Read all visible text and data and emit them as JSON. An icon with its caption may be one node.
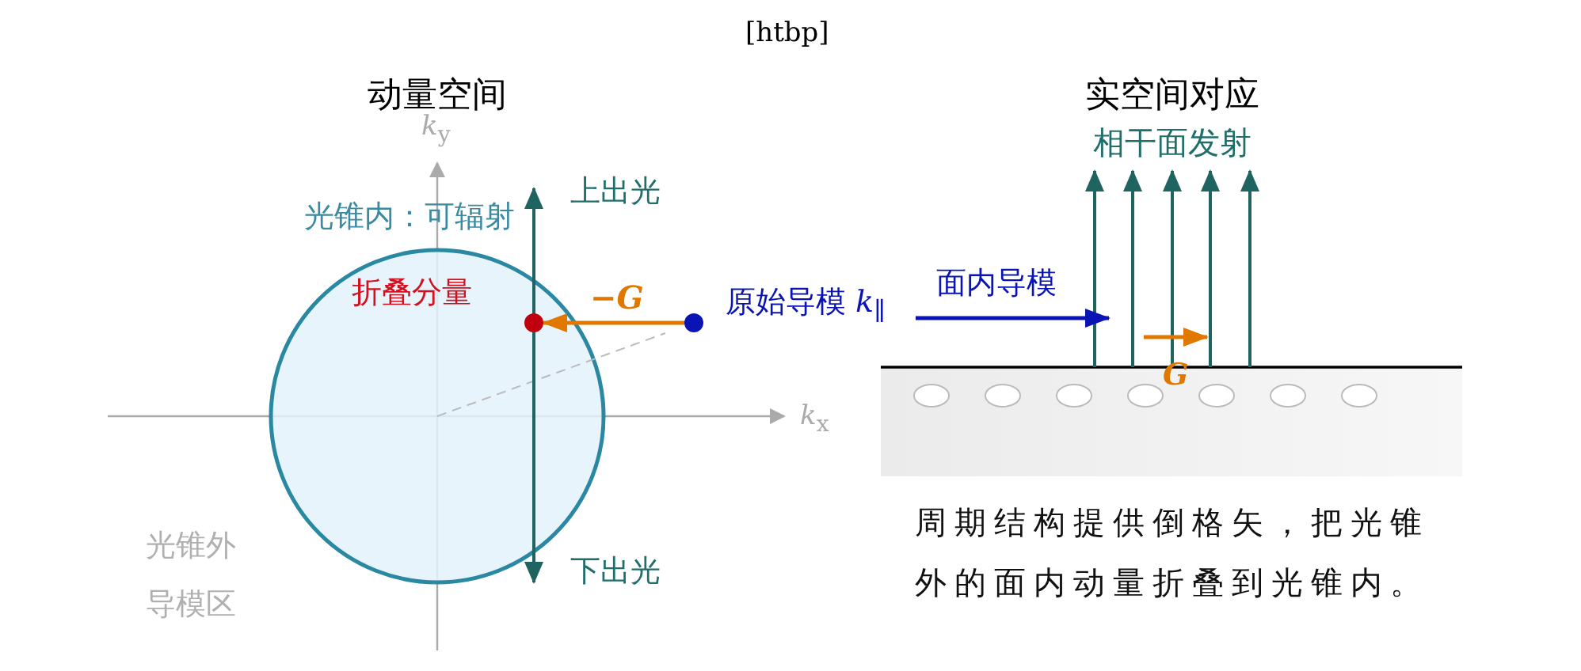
{
  "diagram": {
    "nodes": [
      {
        "text": [],
        "shape": "circle",
        "beside": [
          "原始导模 *k*$_{∥}$"
        ]
      },
      {
        "text": [],
        "shape": "circle",
        "beside": [
          "折叠分量"
        ]
      }
    ],
    "edges": [
      {
        "from": 0,
        "to": 1,
        "arrow": "to",
        "label": "−G",
        "color": "#e07800"
      }
    ],
    "labels": [
      "[htbp]",
      "动量空间",
      "实空间对应",
      "*k*$_{y}$",
      "相干面发射",
      "光锥内：可辐射",
      "上出光",
      "面内导模",
      "*k*$_{x}$",
      "G",
      "下出光",
      "光锥外导模区",
      "周期结构提供倒格矢，把光锥外的面内动量折叠到光锥内。"
    ]
  }
}
